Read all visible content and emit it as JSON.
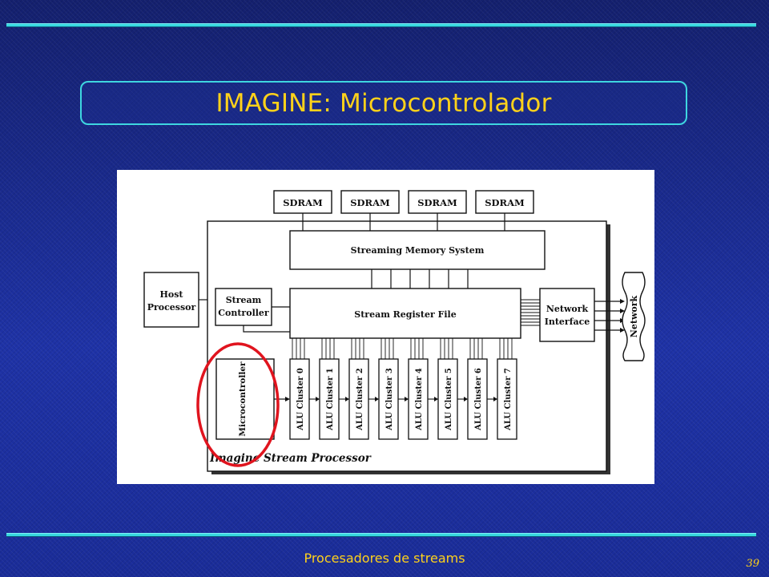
{
  "slide": {
    "title": "IMAGINE: Microcontrolador",
    "footer": "Procesadores de streams",
    "page_number": "39"
  },
  "diagram": {
    "sdram_labels": [
      "SDRAM",
      "SDRAM",
      "SDRAM",
      "SDRAM"
    ],
    "memory_system": "Streaming Memory System",
    "register_file": "Stream Register File",
    "host_processor": [
      "Host",
      "Processor"
    ],
    "stream_controller": [
      "Stream",
      "Controller"
    ],
    "network_interface": [
      "Network",
      "Interface"
    ],
    "network": "Network",
    "microcontroller": "Microcontroller",
    "alu_clusters": [
      "ALU Cluster 0",
      "ALU Cluster 1",
      "ALU Cluster 2",
      "ALU Cluster 3",
      "ALU Cluster 4",
      "ALU Cluster 5",
      "ALU Cluster 6",
      "ALU Cluster 7"
    ],
    "caption": "Imagine Stream Processor",
    "highlight_color": "#e0141e"
  }
}
